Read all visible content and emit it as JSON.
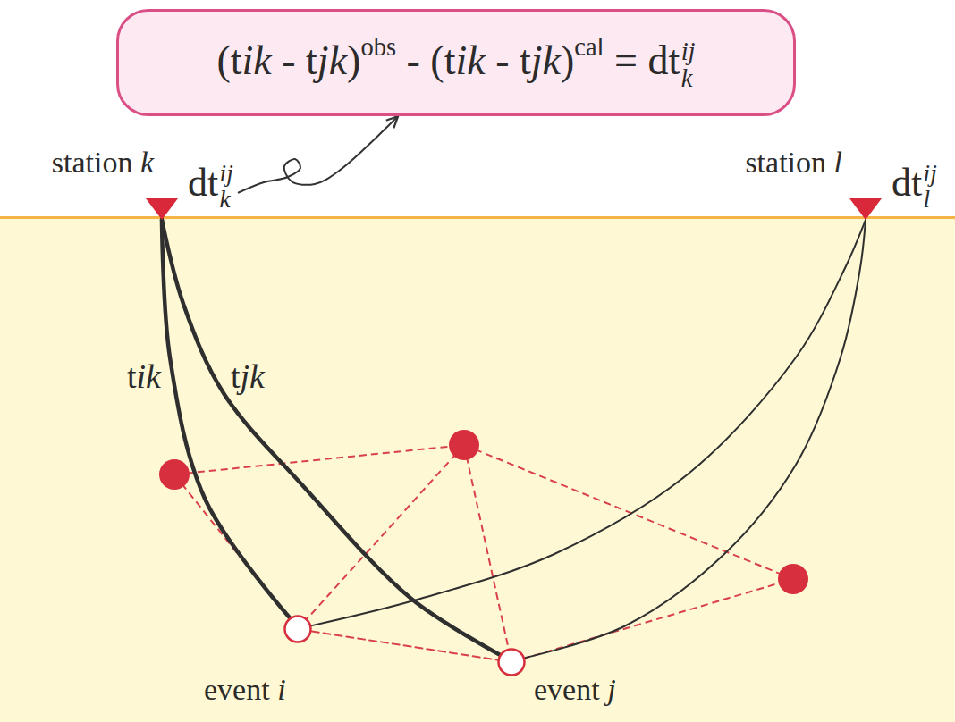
{
  "diagram": {
    "nodes": [
      {
        "text": [
          "(tik - tjk)obs - (tik - tjk)cal = dtijk"
        ]
      },
      {
        "text": [
          "station k",
          "dtijk"
        ]
      },
      {
        "text": [
          "station l",
          "dtijl"
        ]
      },
      {
        "text": [
          "event i"
        ]
      },
      {
        "text": [
          "event j"
        ]
      }
    ],
    "edges": [
      {
        "from": 1,
        "to": 0,
        "arrow": "to"
      },
      {
        "from": 3,
        "to": 1,
        "label": "tik",
        "arrow": "none"
      },
      {
        "from": 4,
        "to": 1,
        "label": "tjk",
        "arrow": "none"
      },
      {
        "from": 3,
        "to": 2,
        "arrow": "none"
      },
      {
        "from": 4,
        "to": 2,
        "arrow": "none"
      },
      {
        "from": 3,
        "to": 4,
        "arrow": "none"
      }
    ]
  }
}
